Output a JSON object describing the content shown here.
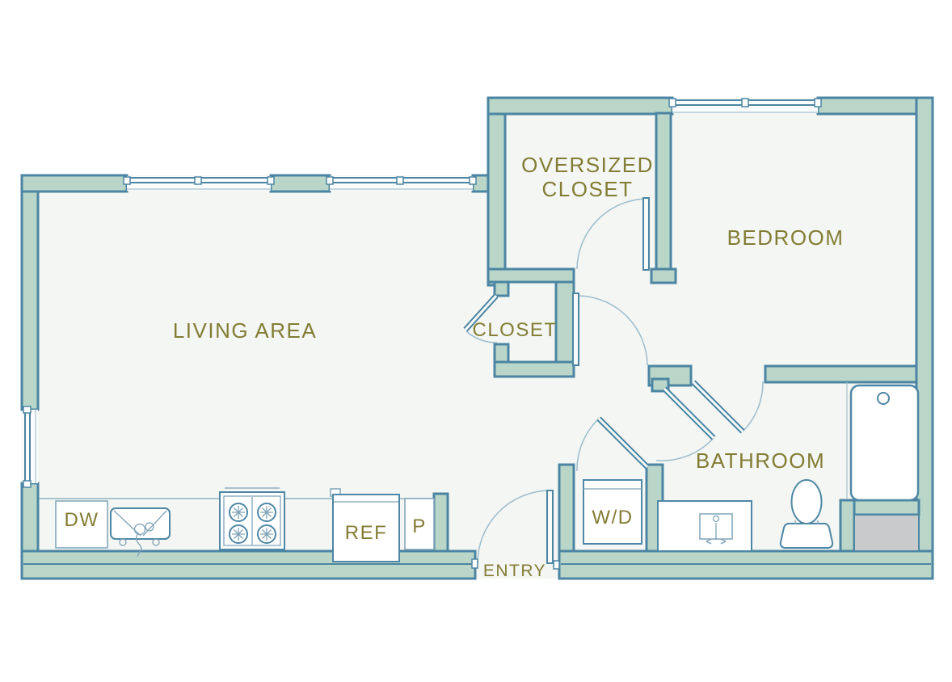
{
  "colors": {
    "wall_fill": "#b9d6c8",
    "wall_stroke": "#4c85a3",
    "floor": "#f3f6f2",
    "window_line": "#4c85a3",
    "door_arc": "#9cbccd",
    "fixture_stroke": "#4e87a5",
    "fixture_light": "#7fa3b8",
    "label": "#837c34",
    "shaft": "#c9cacb",
    "background": "#ffffff"
  },
  "rooms": {
    "living_area": {
      "label": "LIVING AREA"
    },
    "oversized_closet": {
      "line1": "OVERSIZED",
      "line2": "CLOSET"
    },
    "bedroom": {
      "label": "BEDROOM"
    },
    "closet": {
      "label": "CLOSET"
    },
    "bathroom": {
      "label": "BATHROOM"
    },
    "entry": {
      "label": "ENTRY"
    }
  },
  "fixtures": {
    "dishwasher": {
      "label": "DW"
    },
    "refrigerator": {
      "label": "REF"
    },
    "pantry": {
      "label": "P"
    },
    "washer_dryer": {
      "label": "W/D"
    }
  }
}
